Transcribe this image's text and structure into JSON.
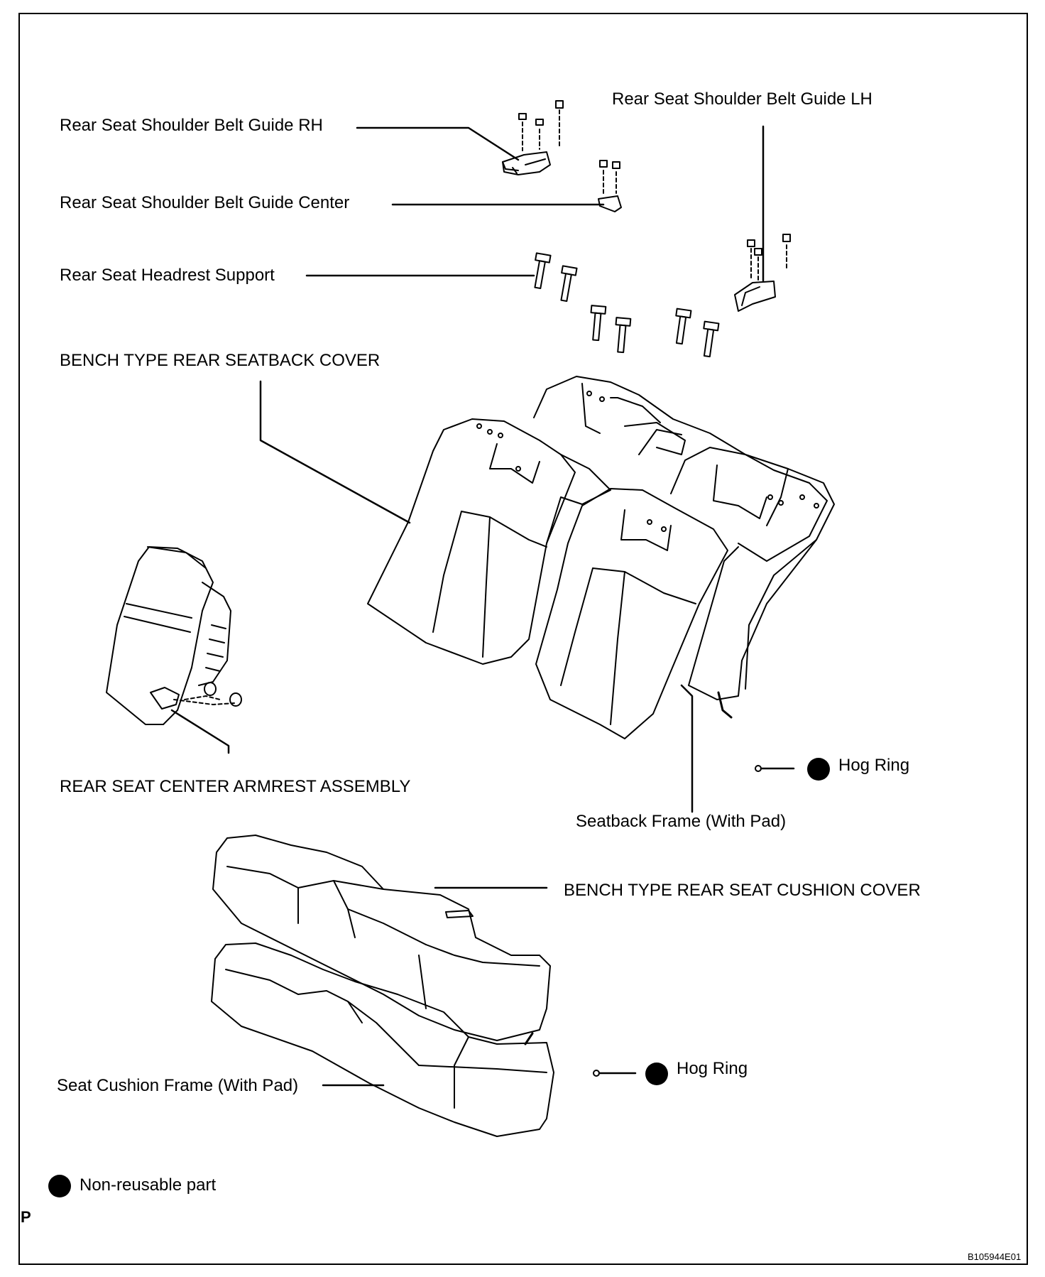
{
  "labels": {
    "belt_guide_rh": "Rear Seat Shoulder Belt Guide RH",
    "belt_guide_lh": "Rear Seat Shoulder Belt Guide LH",
    "belt_guide_center": "Rear Seat Shoulder Belt Guide Center",
    "headrest_support": "Rear Seat Headrest Support",
    "seatback_cover": "BENCH TYPE REAR SEATBACK COVER",
    "armrest": "REAR SEAT CENTER ARMREST ASSEMBLY",
    "hog_ring_upper": "Hog Ring",
    "seatback_frame": "Seatback Frame (With Pad)",
    "cushion_cover": "BENCH TYPE REAR SEAT CUSHION COVER",
    "hog_ring_lower": "Hog Ring",
    "cushion_frame": "Seat Cushion Frame (With Pad)",
    "legend_non_reusable": "Non-reusable part",
    "page_marker": "P",
    "figure_code": "B105944E01"
  },
  "colors": {
    "ink": "#000000",
    "paper": "#ffffff"
  }
}
